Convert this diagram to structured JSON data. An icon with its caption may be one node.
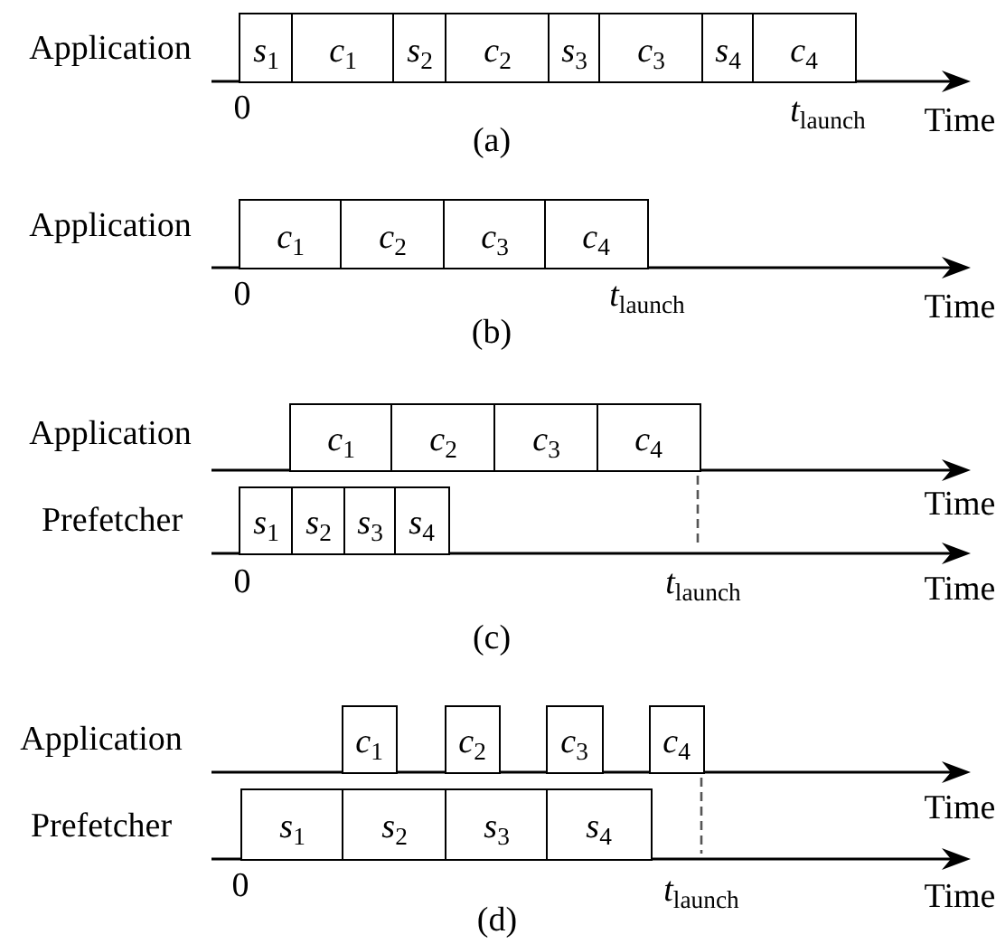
{
  "diagram": {
    "nodes": [
      {
        "text": [
          "*s*$_{1}$"
        ]
      },
      {
        "text": [
          "*c*$_{1}$"
        ]
      },
      {
        "text": [
          "*s*$_{2}$"
        ]
      },
      {
        "text": [
          "*c*$_{2}$"
        ]
      },
      {
        "text": [
          "*s*$_{3}$"
        ]
      },
      {
        "text": [
          "*c*$_{3}$"
        ]
      },
      {
        "text": [
          "*s*$_{4}$"
        ]
      },
      {
        "text": [
          "*c*$_{4}$"
        ]
      },
      {
        "text": [
          "*c*$_{1}$"
        ]
      },
      {
        "text": [
          "*c*$_{2}$"
        ]
      },
      {
        "text": [
          "*c*$_{3}$"
        ]
      },
      {
        "text": [
          "*c*$_{4}$"
        ]
      },
      {
        "text": [
          "*c*$_{1}$"
        ]
      },
      {
        "text": [
          "*c*$_{2}$"
        ]
      },
      {
        "text": [
          "*c*$_{3}$"
        ]
      },
      {
        "text": [
          "*c*$_{4}$"
        ]
      },
      {
        "text": [
          "*s*$_{1}$"
        ]
      },
      {
        "text": [
          "*s*$_{2}$"
        ]
      },
      {
        "text": [
          "*s*$_{3}$"
        ]
      },
      {
        "text": [
          "*s*$_{4}$"
        ]
      },
      {
        "text": [
          "*c*$_{1}$"
        ]
      },
      {
        "text": [
          "*c*$_{2}$"
        ]
      },
      {
        "text": [
          "*c*$_{3}$"
        ]
      },
      {
        "text": [
          "*c*$_{4}$"
        ]
      },
      {
        "text": [
          "*s*$_{1}$"
        ]
      },
      {
        "text": [
          "*s*$_{2}$"
        ]
      },
      {
        "text": [
          "*s*$_{3}$"
        ]
      },
      {
        "text": [
          "*s*$_{4}$"
        ]
      }
    ],
    "labels": [
      "Application",
      "0",
      "*t*$_{launch}$",
      "Time",
      "(a)",
      "Application",
      "0",
      "*t*$_{launch}$",
      "Time",
      "(b)",
      "Application",
      "Time",
      "Prefetcher",
      "0",
      "*t*$_{launch}$",
      "Time",
      "(c)",
      "Application",
      "Time",
      "Prefetcher",
      "0",
      "*t*$_{launch}$",
      "Time",
      "(d)"
    ]
  }
}
